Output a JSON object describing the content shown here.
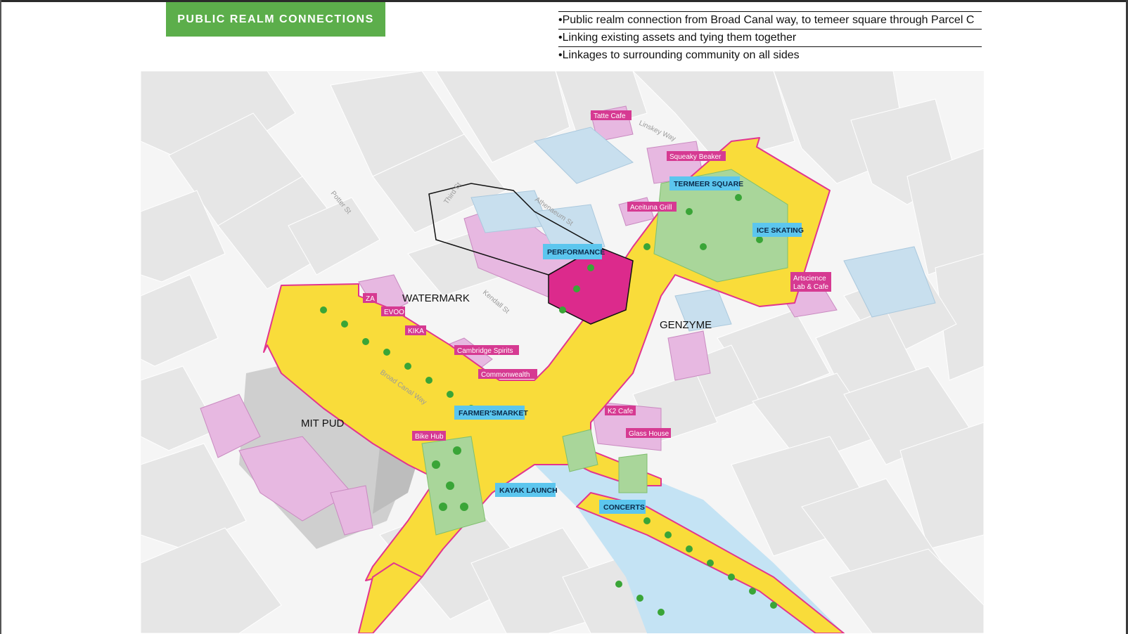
{
  "header": {
    "title": "PUBLIC REALM CONNECTIONS",
    "bullets": [
      "•Public realm connection from Broad Canal way, to temeer square through Parcel C",
      "•Linking existing assets and tying them together",
      "•Linkages to surrounding community on all sides"
    ]
  },
  "map": {
    "district_labels": {
      "watermark": "WATERMARK",
      "genzyme": "GENZYME",
      "mit_pud": "MIT PUD"
    },
    "activity_labels": {
      "termeer_square": "TERMEER SQUARE",
      "ice_skating": "ICE SKATING",
      "performance": "PERFORMANCE",
      "farmers_market": "FARMER'SMARKET",
      "kayak_launch": "KAYAK LAUNCH",
      "concerts": "CONCERTS"
    },
    "business_labels": {
      "tatte": "Tatte Cafe",
      "squeaky": "Squeaky Beaker",
      "aceituna": "Aceituna Grill",
      "artscience_1": "Artscience",
      "artscience_2": "Lab & Cafe",
      "za": "ZA",
      "evoo": "EVOO",
      "kika": "KIKA",
      "cambridge_spirits": "Cambridge Spirits",
      "commonwealth": "Commonwealth",
      "k2": "K2 Cafe",
      "glass_house": "Glass House",
      "bike_hub": "Bike Hub"
    },
    "street_labels": {
      "linskey": "Linskey Way",
      "third": "Third St",
      "athenaeum": "Athenaeum St",
      "potter": "Potter St",
      "kendall": "Kendall St",
      "broad_canal": "Broad Canal Way"
    },
    "colors": {
      "path_yellow": "#f9dc3a",
      "path_edge": "#e2358f",
      "activity_blue": "#5cc6ee",
      "business_pink": "#d63a92",
      "retail_lilac": "#e7b8e1",
      "green_space": "#a9d69a",
      "water": "#c4e3f4",
      "performance_magenta": "#dc2a8c"
    }
  }
}
